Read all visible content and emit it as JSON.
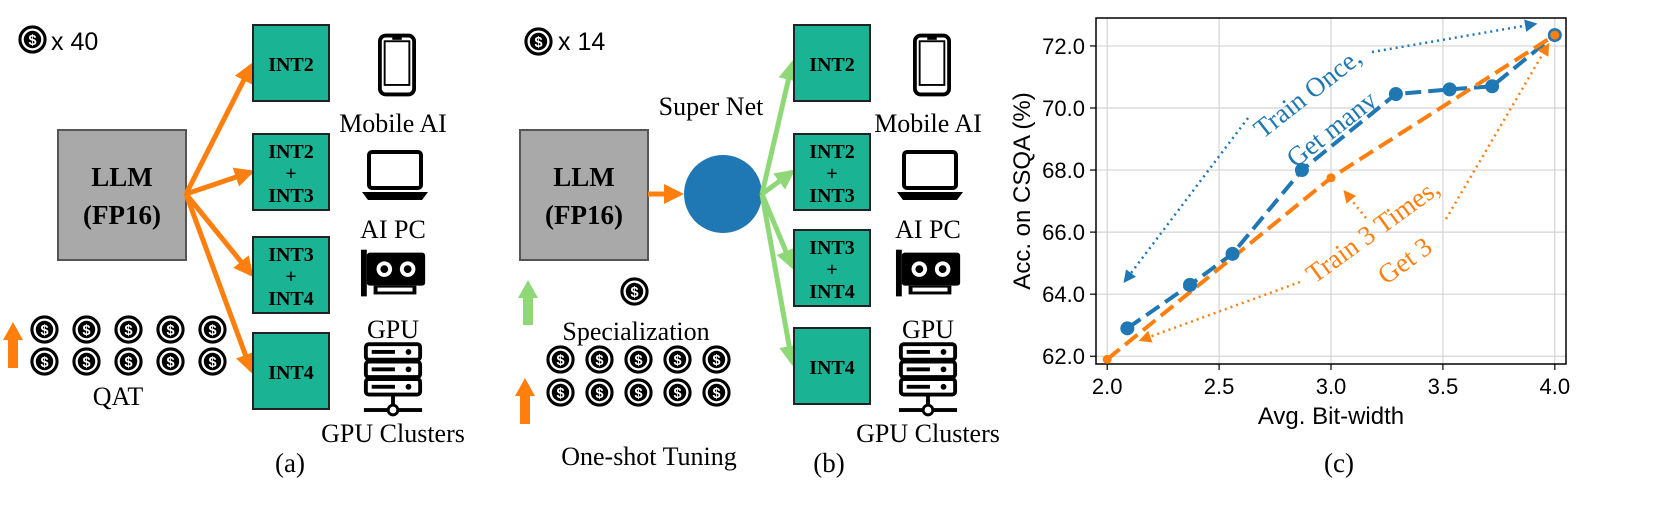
{
  "colors": {
    "orange": "#ff7f0e",
    "blue": "#1f77b4",
    "green_arrow": "#8fd877",
    "teal_box": "#1ab394",
    "llm_box": "#a9a9a9",
    "grid": "#d4d4d4"
  },
  "icons": [
    "dollar-coin-icon",
    "smartphone-icon",
    "laptop-icon",
    "gpu-card-icon",
    "server-rack-icon",
    "up-arrow-icon"
  ],
  "panel_a": {
    "cost_label": "x 40",
    "llm_line1": "LLM",
    "llm_line2": "(FP16)",
    "boxes": [
      [
        "INT2"
      ],
      [
        "INT2",
        "+",
        "INT3"
      ],
      [
        "INT3",
        "+",
        "INT4"
      ],
      [
        "INT4"
      ]
    ],
    "devices": [
      "Mobile AI",
      "AI PC",
      "GPU",
      "GPU Clusters"
    ],
    "training_label": "QAT",
    "caption": "(a)"
  },
  "panel_b": {
    "cost_label": "x 14",
    "llm_line1": "LLM",
    "llm_line2": "(FP16)",
    "supernet_label": "Super Net",
    "boxes": [
      [
        "INT2"
      ],
      [
        "INT2",
        "+",
        "INT3"
      ],
      [
        "INT3",
        "+",
        "INT4"
      ],
      [
        "INT4"
      ]
    ],
    "devices": [
      "Mobile AI",
      "AI PC",
      "GPU",
      "GPU Clusters"
    ],
    "specialization_label": "Specialization",
    "training_label": "One-shot Tuning",
    "caption": "(b)"
  },
  "panel_c": {
    "caption": "(c)"
  },
  "chart_data": {
    "type": "line",
    "xlabel": "Avg. Bit-width",
    "ylabel": "Acc. on CSQA (%)",
    "xlim": [
      1.95,
      4.05
    ],
    "ylim": [
      61.75,
      72.9
    ],
    "xticks": [
      "2.0",
      "2.5",
      "3.0",
      "3.5",
      "4.0"
    ],
    "yticks": [
      "62.0",
      "64.0",
      "66.0",
      "68.0",
      "70.0",
      "72.0"
    ],
    "grid": true,
    "series": [
      {
        "color": "#1f77b4",
        "marker": "circle",
        "linestyle": "dashed",
        "points": [
          [
            2.09,
            62.9
          ],
          [
            2.37,
            64.3
          ],
          [
            2.56,
            65.3
          ],
          [
            2.87,
            68.0
          ],
          [
            3.29,
            70.45
          ],
          [
            3.53,
            70.6
          ],
          [
            3.72,
            70.7
          ],
          [
            4.0,
            72.35
          ]
        ]
      },
      {
        "color": "#ff7f0e",
        "marker": "circle",
        "linestyle": "dashed",
        "points": [
          [
            2.0,
            61.9
          ],
          [
            3.0,
            67.75
          ],
          [
            4.0,
            72.35
          ]
        ]
      }
    ],
    "annotations": [
      {
        "text": "Train Once,",
        "color": "#1f77b4"
      },
      {
        "text": "Get many",
        "color": "#1f77b4"
      },
      {
        "text": "Train 3 Times,",
        "color": "#ff7f0e"
      },
      {
        "text": "Get 3",
        "color": "#ff7f0e"
      }
    ]
  }
}
